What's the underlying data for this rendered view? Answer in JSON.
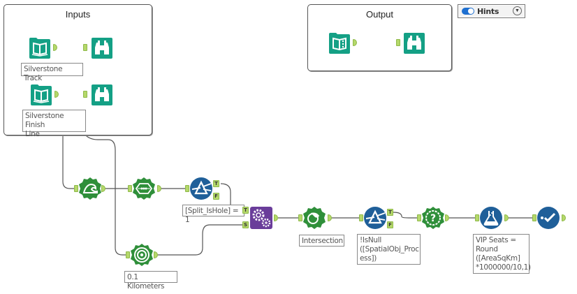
{
  "containers": {
    "inputs": {
      "title": "Inputs"
    },
    "output": {
      "title": "Output"
    }
  },
  "hints": {
    "label": "Hints",
    "toggle_on": true,
    "toggle_color": "#1e6fd0"
  },
  "colors": {
    "teal_tool": "#14a085",
    "green_tool": "#2f8f3a",
    "blue_tool": "#1f5f99",
    "purple_tool": "#6a3d9a",
    "anchor": "#b5d86a",
    "wire": "#555555"
  },
  "tools": [
    {
      "id": "input-track",
      "type": "input-data",
      "icon": "book-icon"
    },
    {
      "id": "browse-track",
      "type": "browse",
      "icon": "binoculars-icon"
    },
    {
      "id": "input-finish",
      "type": "input-data",
      "icon": "book-icon"
    },
    {
      "id": "browse-finish",
      "type": "browse",
      "icon": "binoculars-icon"
    },
    {
      "id": "output-data",
      "type": "output-data",
      "icon": "book-output-icon"
    },
    {
      "id": "browse-output",
      "type": "browse",
      "icon": "binoculars-icon"
    },
    {
      "id": "poly-split",
      "type": "poly-split",
      "icon": "wave-icon"
    },
    {
      "id": "spatial-info",
      "type": "spatial-info",
      "icon": "spatial-info-icon"
    },
    {
      "id": "filter-hole",
      "type": "filter",
      "icon": "filter-prism-icon"
    },
    {
      "id": "trade-area",
      "type": "trade-area",
      "icon": "target-icon"
    },
    {
      "id": "batch-macro",
      "type": "macro",
      "icon": "gears-icon"
    },
    {
      "id": "spatial-process",
      "type": "spatial-process",
      "icon": "intersection-icon"
    },
    {
      "id": "filter-null",
      "type": "filter",
      "icon": "filter-prism-icon"
    },
    {
      "id": "spatial-match",
      "type": "spatial-match",
      "icon": "question-icon"
    },
    {
      "id": "formula",
      "type": "formula",
      "icon": "flask-icon"
    },
    {
      "id": "select",
      "type": "select",
      "icon": "checkmark-icon"
    }
  ],
  "annotations": {
    "track": "Silverstone Track",
    "finish": "Silverstone Finish\nLine",
    "filter_hole": "[Split_IsHole] = 1",
    "trade_area": "0.1 Kilometers",
    "spatial_process": "Intersection",
    "filter_null": "!IsNull\n([SpatialObj_Proc\ness])",
    "formula": "VIP Seats =\nRound\n([AreaSqKm]\n*1000000/10,1)"
  },
  "anchor_labels": {
    "true": "T",
    "false": "F",
    "source": "S"
  }
}
